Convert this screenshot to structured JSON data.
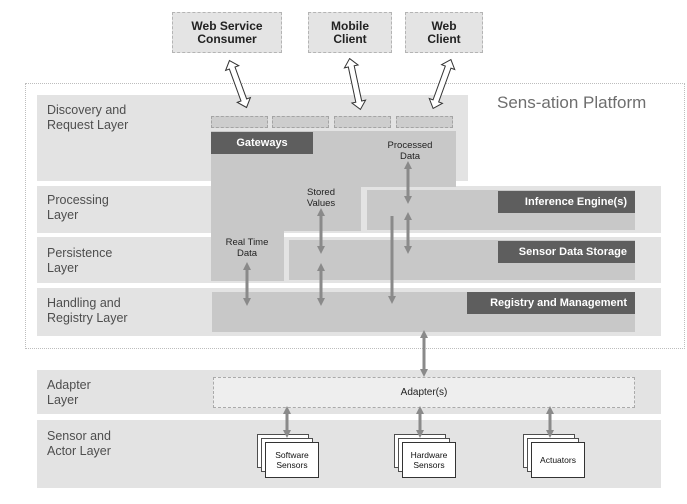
{
  "clients": [
    "Web Service\nConsumer",
    "Mobile\nClient",
    "Web\nClient"
  ],
  "platform": {
    "title": "Sens-ation Platform"
  },
  "layers": {
    "discovery": "Discovery and\nRequest Layer",
    "processing": "Processing\nLayer",
    "persistence": "Persistence\nLayer",
    "handling": "Handling and\nRegistry Layer",
    "adapter": "Adapter\nLayer",
    "sensor": "Sensor and\nActor Layer"
  },
  "components": {
    "gateways": "Gateways",
    "processed_data": "Processed\nData",
    "stored_values": "Stored\nValues",
    "real_time_data": "Real Time\nData",
    "inference_engine": "Inference Engine(s)",
    "sensor_data_storage": "Sensor Data Storage",
    "registry_management": "Registry and Management",
    "adapters": "Adapter(s)"
  },
  "devices": {
    "software": "Software\nSensors",
    "hardware": "Hardware\nSensors",
    "actuators": "Actuators"
  }
}
